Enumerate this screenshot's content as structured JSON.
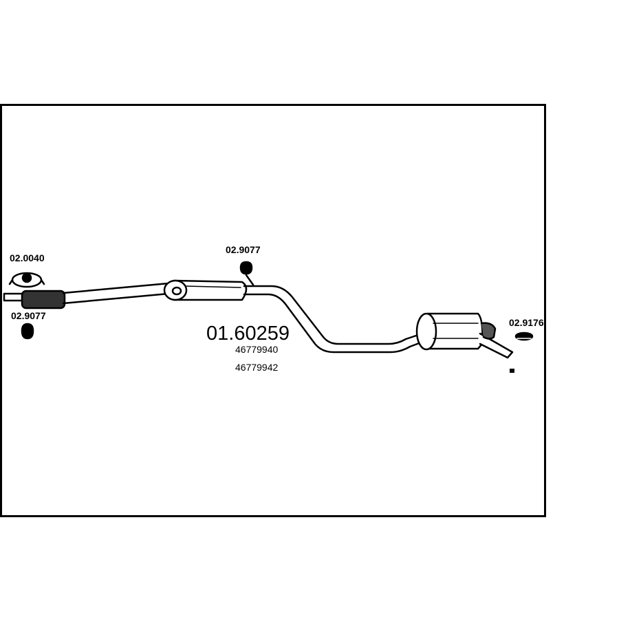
{
  "part_number": "01.60259",
  "oe_numbers": [
    "46779940",
    "46779942"
  ],
  "accessories": {
    "clamp_left": "02.0040",
    "hanger_left": "02.9077",
    "hanger_middle": "02.9077",
    "hanger_right": "02.9176"
  },
  "colors": {
    "line": "#000000",
    "background": "#ffffff"
  }
}
